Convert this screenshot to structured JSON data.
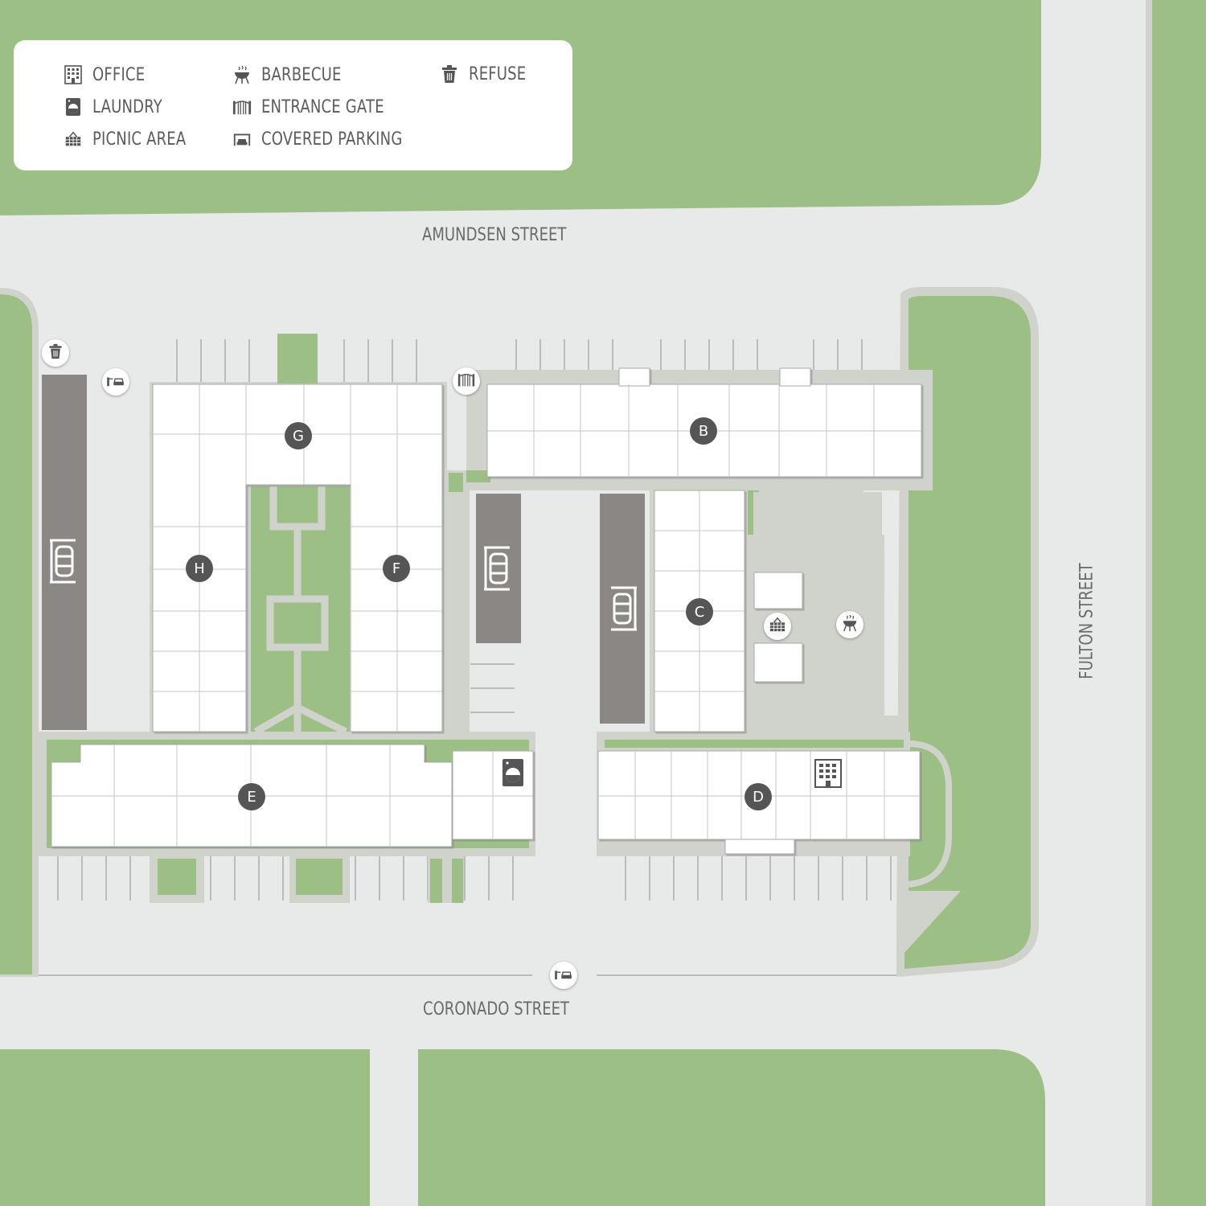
{
  "legend": {
    "items": [
      {
        "key": "office",
        "label": "OFFICE",
        "icon": "office-icon"
      },
      {
        "key": "laundry",
        "label": "LAUNDRY",
        "icon": "laundry-icon"
      },
      {
        "key": "picnic",
        "label": "PICNIC AREA",
        "icon": "picnic-icon"
      },
      {
        "key": "barbecue",
        "label": "BARBECUE",
        "icon": "barbecue-icon"
      },
      {
        "key": "gate",
        "label": "ENTRANCE GATE",
        "icon": "gate-icon"
      },
      {
        "key": "parking",
        "label": "COVERED PARKING",
        "icon": "parking-icon"
      },
      {
        "key": "refuse",
        "label": "REFUSE",
        "icon": "refuse-icon"
      }
    ]
  },
  "streets": {
    "amundsen": "AMUNDSEN STREET",
    "coronado": "CORONADO STREET",
    "fulton": "FULTON STREET"
  },
  "buildings": {
    "b": "B",
    "c": "C",
    "d": "D",
    "e": "E",
    "f": "F",
    "g": "G",
    "h": "H"
  },
  "colors": {
    "grass": "#9cbf86",
    "tree": "#8bb277",
    "road": "#e8eaea",
    "curb": "#d0d2cc",
    "building": "#ffffff",
    "covered_parking": "#8a8785",
    "label_circle": "#555555"
  }
}
